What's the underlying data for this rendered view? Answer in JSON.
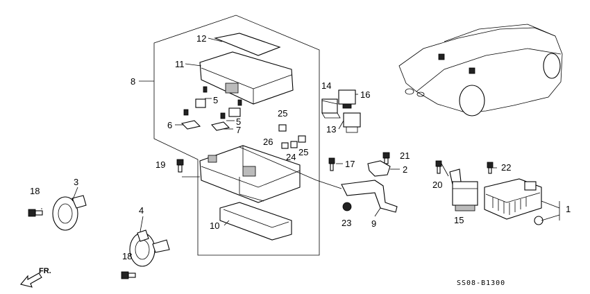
{
  "callouts": {
    "c1": "1",
    "c2": "2",
    "c3": "3",
    "c4": "4",
    "c5a": "5",
    "c5b": "5",
    "c6": "6",
    "c7": "7",
    "c8": "8",
    "c9": "9",
    "c10": "10",
    "c11": "11",
    "c12": "12",
    "c13": "13",
    "c14": "14",
    "c15": "15",
    "c16": "16",
    "c17": "17",
    "c18a": "18",
    "c18b": "18",
    "c19": "19",
    "c20": "20",
    "c21": "21",
    "c22": "22",
    "c23": "23",
    "c24": "24",
    "c25a": "25",
    "c25b": "25",
    "c26": "26"
  },
  "diagram_code": "SS08-B1300",
  "front_indicator": "FR."
}
